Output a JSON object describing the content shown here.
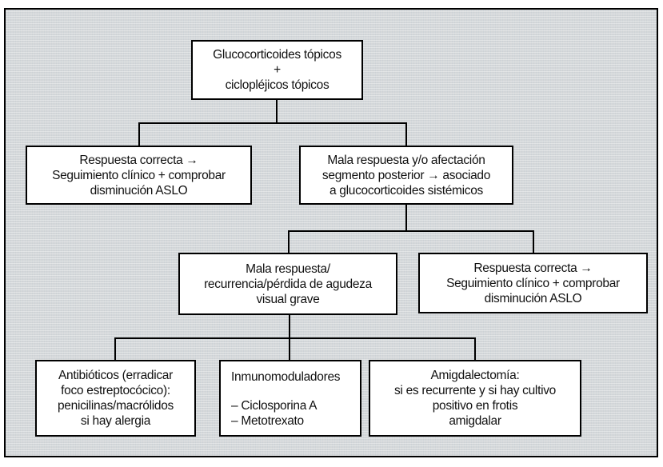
{
  "colors": {
    "page_background": "#ffffff",
    "panel_background": "#d4d7d9",
    "box_background": "#ffffff",
    "line_color": "#000000",
    "text_color": "#111111"
  },
  "boxes": [
    {
      "id": "glucocorticoides-topicos",
      "lines": [
        "Glucocorticoides tópicos",
        "+",
        "ciclopléjicos tópicos"
      ]
    },
    {
      "id": "respuesta-correcta-seguimiento-1",
      "lines": [
        "Respuesta correcta →",
        "Seguimiento clínico + comprobar",
        "disminución ASLO"
      ]
    },
    {
      "id": "mala-respuesta-segmento-posterior",
      "lines": [
        "Mala respuesta y/o afectación",
        "segmento posterior → asociado",
        "a glucocorticoides sistémicos"
      ]
    },
    {
      "id": "mala-respuesta-recurrencia",
      "lines": [
        "Mala respuesta/",
        "recurrencia/pérdida de agudeza",
        "visual grave"
      ]
    },
    {
      "id": "respuesta-correcta-seguimiento-2",
      "lines": [
        "Respuesta correcta →",
        "Seguimiento clínico + comprobar",
        "disminución ASLO"
      ]
    },
    {
      "id": "antibioticos",
      "lines": [
        "Antibióticos (erradicar",
        "foco estreptocócico):",
        "penicilinas/macrólidos",
        "si hay alergia"
      ]
    },
    {
      "id": "inmunomoduladores",
      "lines": [
        "Inmunomoduladores",
        "– Ciclosporina A",
        "– Metotrexato"
      ]
    },
    {
      "id": "amigdalectomia",
      "lines": [
        "Amigdalectomía:",
        "si es recurrente y si hay cultivo",
        "positivo en frotis",
        "amigdalar"
      ]
    }
  ],
  "edges": [
    {
      "from": "glucocorticoides-topicos",
      "to": "respuesta-correcta-seguimiento-1"
    },
    {
      "from": "glucocorticoides-topicos",
      "to": "mala-respuesta-segmento-posterior"
    },
    {
      "from": "mala-respuesta-segmento-posterior",
      "to": "mala-respuesta-recurrencia"
    },
    {
      "from": "mala-respuesta-segmento-posterior",
      "to": "respuesta-correcta-seguimiento-2"
    },
    {
      "from": "mala-respuesta-recurrencia",
      "to": "antibioticos"
    },
    {
      "from": "mala-respuesta-recurrencia",
      "to": "inmunomoduladores"
    },
    {
      "from": "mala-respuesta-recurrencia",
      "to": "amigdalectomia"
    }
  ]
}
